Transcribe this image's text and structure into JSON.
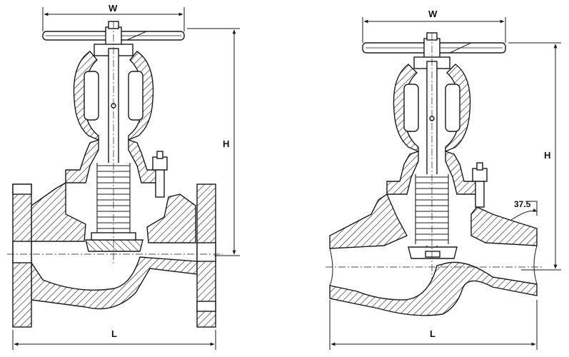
{
  "left_view": {
    "dim_width": "W",
    "dim_height": "H",
    "dim_length": "L"
  },
  "right_view": {
    "dim_width": "W",
    "dim_height": "H",
    "dim_length": "L",
    "angle_label": "37.5"
  },
  "colors": {
    "line": "#1a1a1a",
    "hatch": "#2a2a2a",
    "background": "#ffffff"
  }
}
